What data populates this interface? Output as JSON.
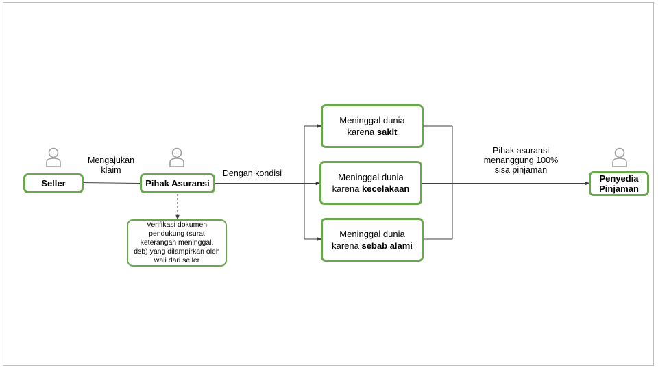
{
  "colors": {
    "node_border": "#6aa84f",
    "line": "#404040",
    "icon": "#9e9e9e"
  },
  "icons": {
    "actor": "person-icon"
  },
  "nodes": {
    "seller": "Seller",
    "insurer": "Pihak Asuransi",
    "lender_line1": "Penyedia",
    "lender_line2": "Pinjaman",
    "verification": "Verifikasi dokumen pendukung (surat keterangan meninggal, dsb) yang dilampirkan oleh wali dari  seller",
    "condition_1": {
      "line1": "Meninggal dunia",
      "prefix": "karena ",
      "bold": "sakit"
    },
    "condition_2": {
      "line1": "Meninggal dunia",
      "prefix": "karena ",
      "bold": "kecelakaan"
    },
    "condition_3": {
      "line1": "Meninggal dunia",
      "prefix": "karena ",
      "bold": "sebab alami"
    }
  },
  "edges": {
    "claim_line1": "Mengajukan",
    "claim_line2": "klaim",
    "condition_label": "Dengan kondisi",
    "coverage_line1": "Pihak asuransi",
    "coverage_line2": "menanggung 100%",
    "coverage_line3": "sisa pinjaman"
  }
}
